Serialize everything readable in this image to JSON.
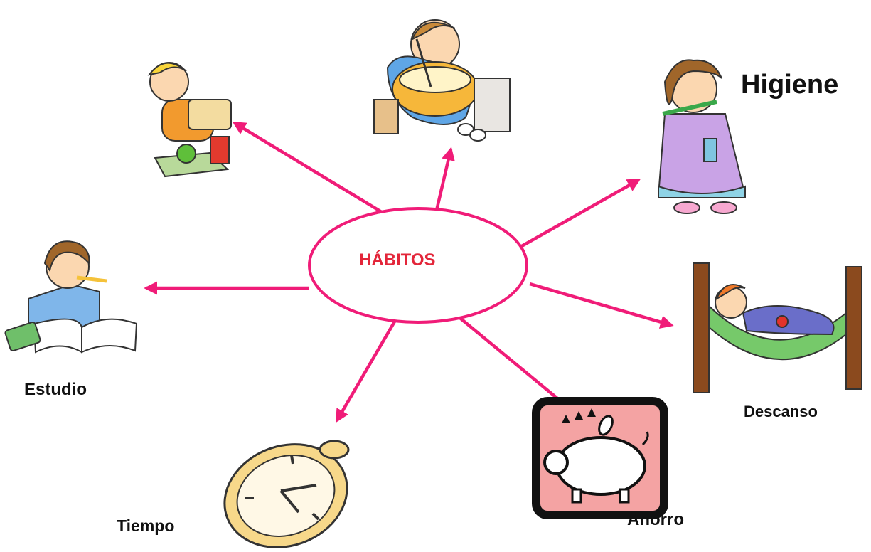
{
  "center": {
    "label": "HÁBITOS",
    "color": "#e3263a"
  },
  "nodes": {
    "higiene": "Higiene",
    "estudio": "Estudio",
    "descanso": "Descanso",
    "ahorro": "Ahorro",
    "tiempo": "Tiempo"
  },
  "colors": {
    "arrow": "#f01c78",
    "ellipse": "#f01c78"
  },
  "icons": [
    "boy-eating-icon",
    "boy-cooking-icon",
    "girl-brushing-teeth-icon",
    "boy-studying-icon",
    "boy-hammock-icon",
    "piggy-bank-icon",
    "stopwatch-icon"
  ]
}
